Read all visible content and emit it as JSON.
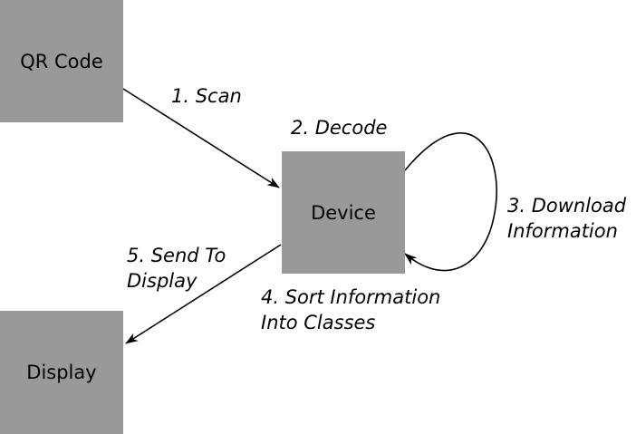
{
  "colors": {
    "box_fill": "#999999",
    "arrow": "#000000",
    "background": "#ffffff"
  },
  "nodes": {
    "qr_code": "QR Code",
    "device": "Device",
    "display": "Display"
  },
  "steps": {
    "scan": "1. Scan",
    "decode": "2. Decode",
    "download_line1": "3. Download",
    "download_line2": "Information",
    "sort_line1": "4. Sort Information",
    "sort_line2": "Into Classes",
    "send_line1": "5. Send To",
    "send_line2": "Display"
  },
  "edges": [
    {
      "from": "qr_code",
      "to": "device",
      "label": "scan"
    },
    {
      "from": "device",
      "to": "device",
      "label": "download"
    },
    {
      "from": "device",
      "to": "display",
      "label": "send"
    }
  ]
}
